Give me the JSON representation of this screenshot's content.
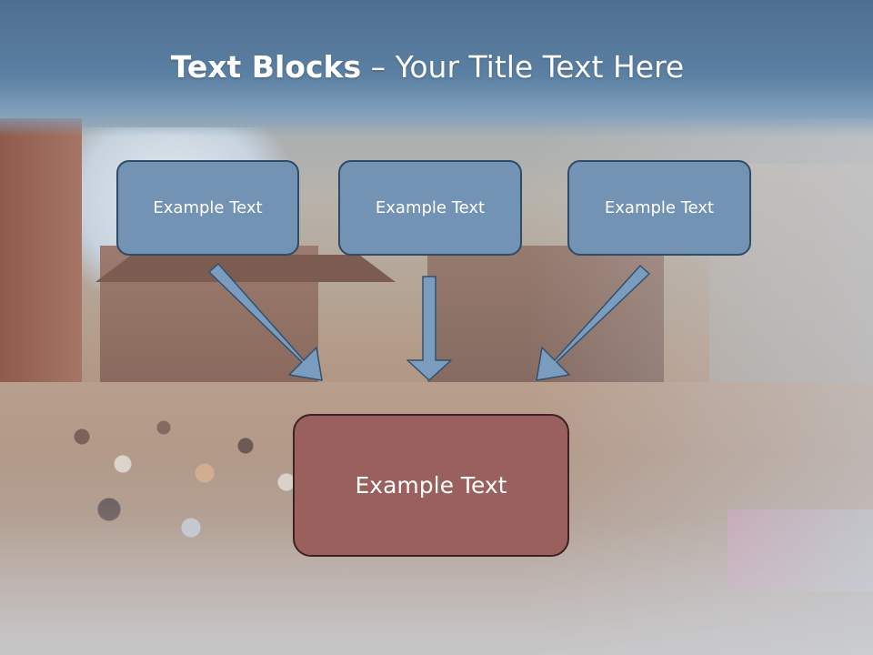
{
  "slide": {
    "title_bold": "Text Blocks",
    "title_dash": " – ",
    "title_rest": "Your Title Text Here",
    "boxes": [
      {
        "label": "Example Text"
      },
      {
        "label": "Example Text"
      },
      {
        "label": "Example Text"
      }
    ],
    "main_box": {
      "label": "Example Text"
    }
  },
  "colors": {
    "title_band": "#5b80a3",
    "box_fill": "#7293b3",
    "box_border": "#2f4b66",
    "main_fill": "#9a605e",
    "main_border": "#3e2120",
    "arrow_fill": "#7a9dbf",
    "arrow_border": "#34506d"
  }
}
